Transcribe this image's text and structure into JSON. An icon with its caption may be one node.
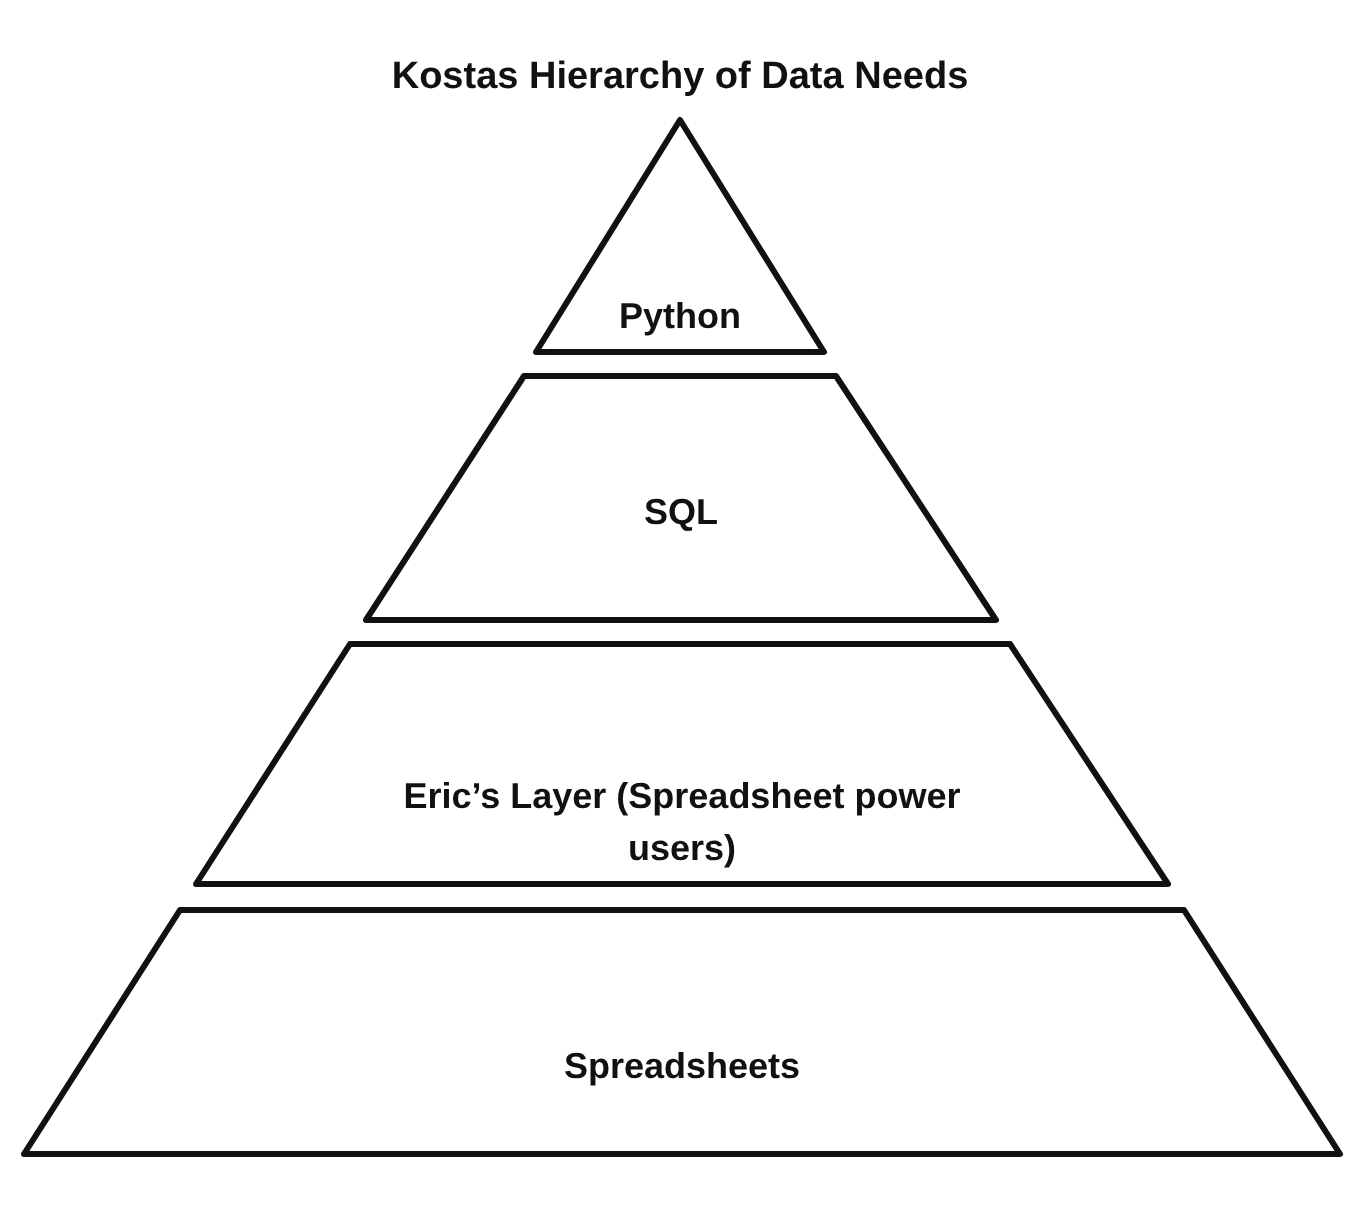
{
  "diagram": {
    "title": "Kostas Hierarchy of Data Needs",
    "nodes": [
      {
        "text": [
          "Python"
        ]
      },
      {
        "text": [
          "SQL"
        ]
      },
      {
        "text": [
          "Eric’s Layer (Spreadsheet power users)"
        ]
      },
      {
        "text": [
          "Spreadsheets"
        ]
      }
    ]
  }
}
